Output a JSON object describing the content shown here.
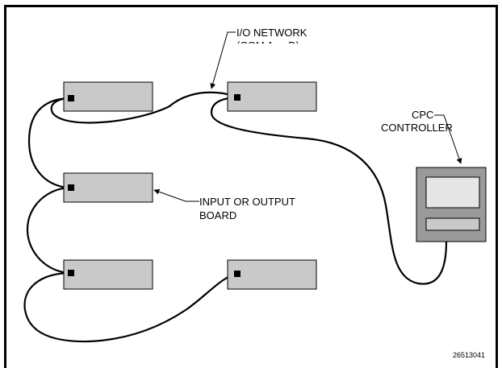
{
  "labels": {
    "network_line1": "I/O NETWORK",
    "network_line2": "(COM A or D)",
    "controller_line1": "CPC",
    "controller_line2": "CONTROLLER",
    "board_line1": "INPUT OR OUTPUT",
    "board_line2": "BOARD",
    "figure_id": "26513041"
  },
  "colors": {
    "frame": "#000000",
    "board_fill": "#c9c9c9",
    "controller_body": "#9a9a9a",
    "controller_screen": "#e6e6e6",
    "cable": "#000000"
  }
}
